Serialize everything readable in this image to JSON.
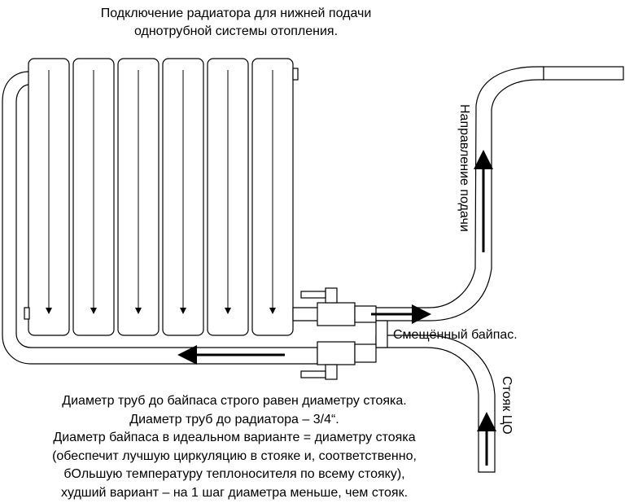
{
  "title": {
    "line1": "Подключение радиатора для нижней подачи",
    "line2": "однотрубной системы отопления."
  },
  "labels": {
    "supply_direction": "Направление подачи",
    "riser": "Стояк ЦО",
    "bypass": "Смещённый байпас."
  },
  "notes": [
    "Диаметр труб до байпаса строго равен диаметру стояка.",
    "Диаметр труб до радиатора – 3/4“.",
    "Диаметр байпаса в идеальном варианте = диаметру стояка",
    "(обеспечит лучшую циркуляцию в стояке и, соответственно,",
    "бОльшую температуру теплоносителя по всему стояку),",
    "худший вариант – на 1 шаг диаметра меньше, чем стояк."
  ],
  "radiator": {
    "sections": 6
  }
}
